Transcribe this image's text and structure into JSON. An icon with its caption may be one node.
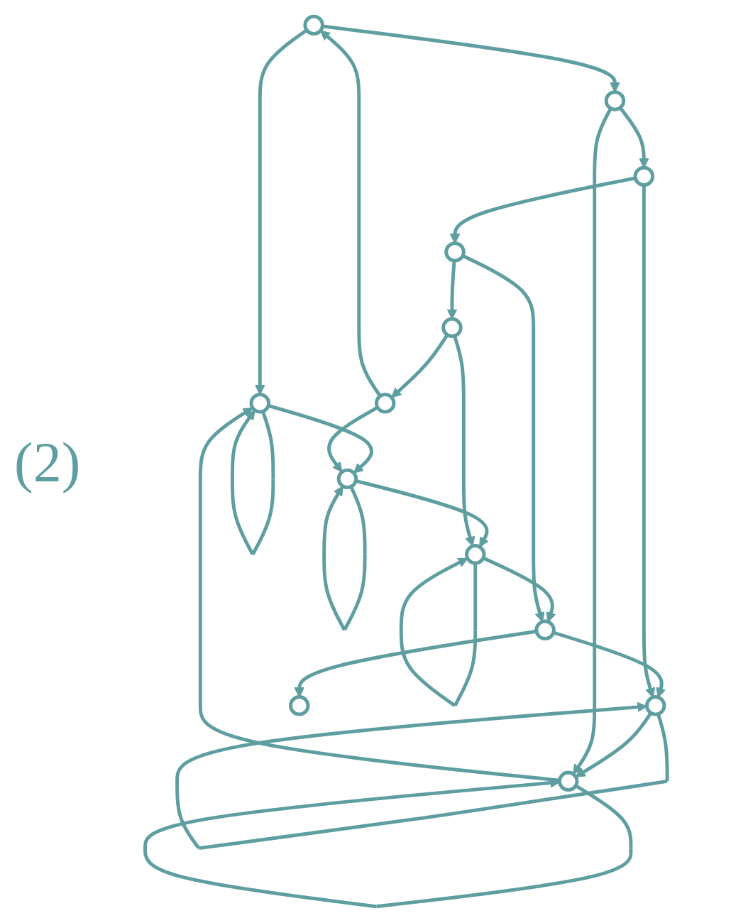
{
  "diagram": {
    "nodes": [
      {
        "text": [],
        "shape": "circle"
      },
      {
        "text": [],
        "shape": "circle"
      },
      {
        "text": [],
        "shape": "circle"
      },
      {
        "text": [],
        "shape": "circle"
      },
      {
        "text": [],
        "shape": "circle"
      },
      {
        "text": [],
        "shape": "circle"
      },
      {
        "text": [],
        "shape": "circle"
      },
      {
        "text": [],
        "shape": "circle"
      },
      {
        "text": [],
        "shape": "circle"
      },
      {
        "text": [],
        "shape": "circle"
      },
      {
        "text": [],
        "shape": "circle"
      },
      {
        "text": [],
        "shape": "circle"
      },
      {
        "text": [],
        "shape": "circle"
      }
    ],
    "edges": [
      {
        "from": 0,
        "to": 0,
        "arrow": "to"
      },
      {
        "from": 1,
        "to": 1,
        "arrow": "to"
      },
      {
        "from": 2,
        "to": 2,
        "arrow": "to"
      },
      {
        "from": 9,
        "to": 9,
        "arrow": "to"
      },
      {
        "from": 10,
        "to": 10,
        "arrow": "to"
      },
      {
        "from": 1,
        "to": 0,
        "arrow": "to"
      },
      {
        "from": 0,
        "to": 2,
        "arrow": "to"
      },
      {
        "from": 2,
        "to": 10,
        "arrow": "to"
      },
      {
        "from": 10,
        "to": 11,
        "arrow": "to"
      },
      {
        "from": 11,
        "to": 9,
        "arrow": "to"
      },
      {
        "from": 9,
        "to": 1,
        "arrow": "to"
      },
      {
        "from": 3,
        "to": 0,
        "arrow": "to"
      },
      {
        "from": 3,
        "to": 4,
        "arrow": "to"
      },
      {
        "from": 5,
        "to": 3,
        "arrow": "to"
      },
      {
        "from": 5,
        "to": 2,
        "arrow": "to"
      },
      {
        "from": 4,
        "to": 1,
        "arrow": "to"
      },
      {
        "from": 4,
        "to": 6,
        "arrow": "to"
      },
      {
        "from": 7,
        "to": 5,
        "arrow": "to"
      },
      {
        "from": 6,
        "to": 9,
        "arrow": "to"
      },
      {
        "from": 6,
        "to": 8,
        "arrow": "to"
      },
      {
        "from": 8,
        "to": 7,
        "arrow": "to"
      },
      {
        "from": 7,
        "to": 10,
        "arrow": "to"
      },
      {
        "from": 8,
        "to": 11,
        "arrow": "to"
      },
      {
        "from": 11,
        "to": 12,
        "arrow": "to"
      }
    ],
    "labels": [
      "(2)"
    ]
  }
}
